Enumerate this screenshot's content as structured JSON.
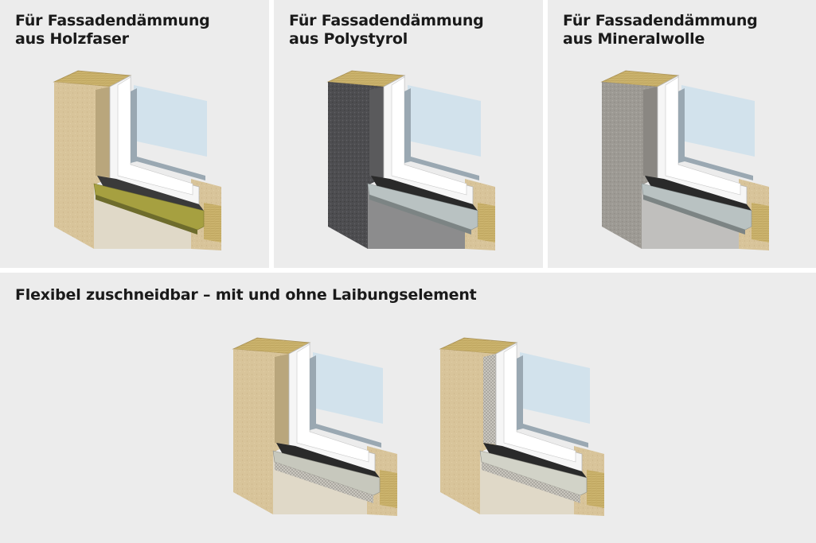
{
  "panels": [
    {
      "title": "Für Fassadendämmung\naus Holzfaser",
      "variant": "holzfaser"
    },
    {
      "title": "Für Fassadendämmung\naus Polystyrol",
      "variant": "polystyrol"
    },
    {
      "title": "Für Fassadendämmung\naus Mineralwolle",
      "variant": "mineralwolle"
    }
  ],
  "bottom": {
    "title": "Flexibel zuschneidbar – mit und ohne Laibungselement",
    "variants": [
      "mit Laibungselement",
      "ohne Laibungselement"
    ]
  },
  "colors": {
    "background": "#ececec",
    "holzfaser_wall": "#d8c49a",
    "polystyrol_wall": "#4a4a4c",
    "mineralwolle_wall": "#9a9893",
    "insulation": "#c8b06a",
    "sill_green": "#a6a040",
    "sill_grey": "#b9c2c2",
    "glass": "#cfe1ec",
    "frame": "#f7f7f7"
  }
}
